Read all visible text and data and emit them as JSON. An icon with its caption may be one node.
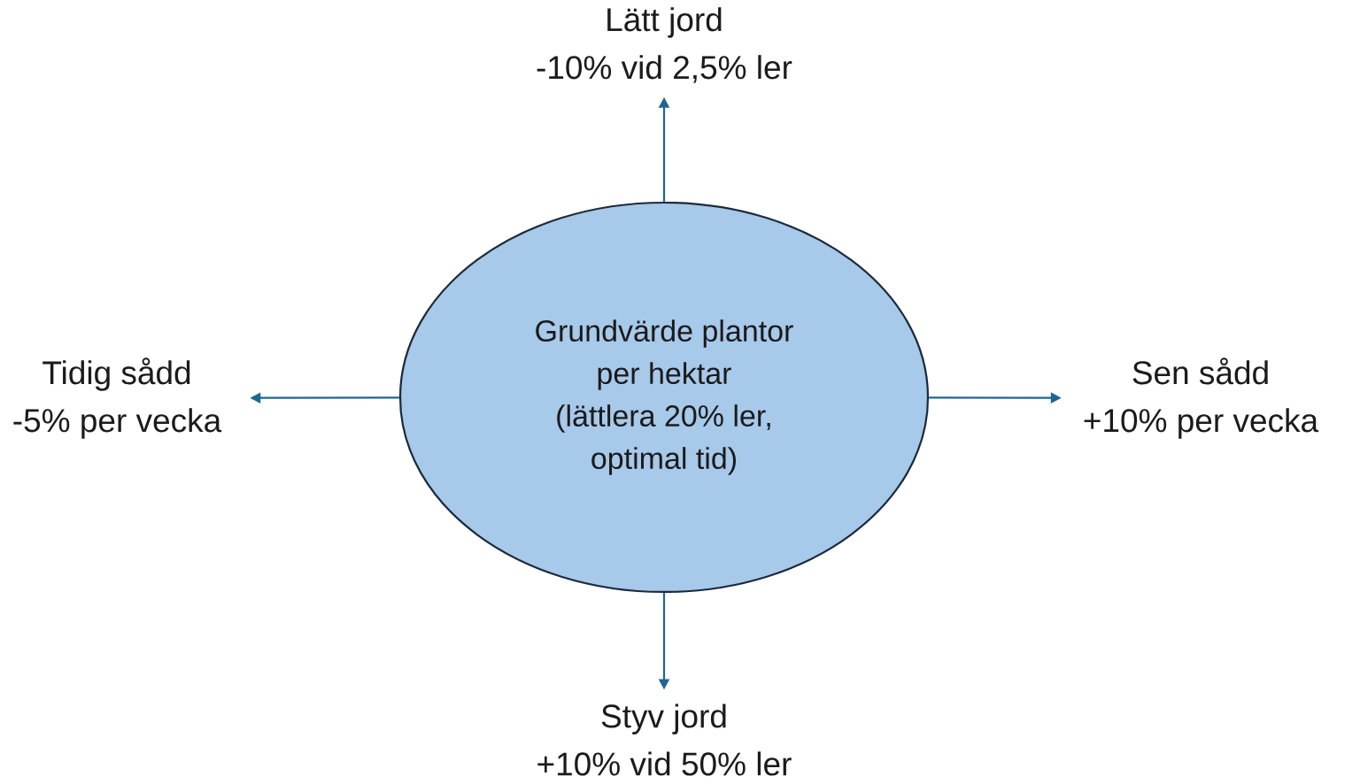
{
  "diagram": {
    "nodes": [
      {
        "text": [
          "Lätt jord",
          "-10% vid 2,5% ler"
        ]
      },
      {
        "text": [
          "Tidig sådd",
          "-5% per vecka"
        ]
      },
      {
        "text": [
          "Grundvärde plantor per hektar",
          "(lättlera 20% ler, optimal tid)"
        ]
      },
      {
        "text": [
          "Sen sådd",
          "+10% per vecka"
        ]
      },
      {
        "text": [
          "Styv jord",
          "+10% vid 50% ler"
        ]
      }
    ],
    "edges": [
      {
        "from": 2,
        "to": 0,
        "arrow": "to"
      },
      {
        "from": 2,
        "to": 1,
        "arrow": "to"
      },
      {
        "from": 2,
        "to": 3,
        "arrow": "to"
      },
      {
        "from": 2,
        "to": 4,
        "arrow": "to"
      }
    ]
  }
}
